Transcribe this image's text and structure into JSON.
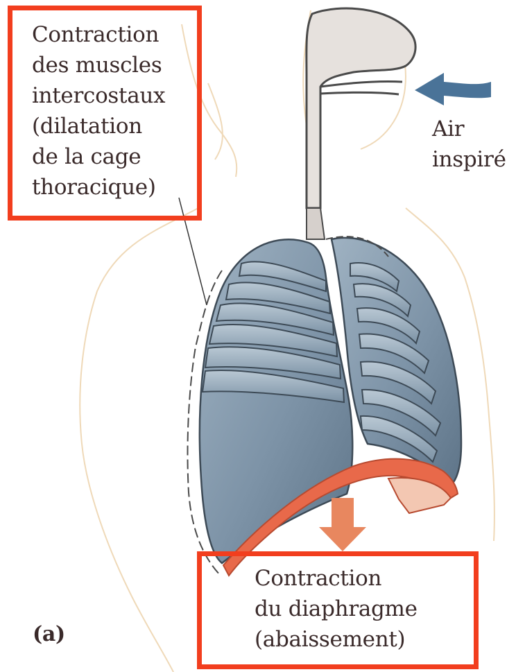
{
  "labels": {
    "intercostal": "Contraction\ndes muscles\nintercostaux\n(dilatation\nde la cage\nthoracique)",
    "air": "Air\ninspiré",
    "diaphragm": "Contraction\ndu diaphragme\n(abaissement)",
    "panel": "(a)"
  },
  "colors": {
    "highlight_box": "#f23e1e",
    "lung": "#7f95a8",
    "diaphragm": "#e8694a",
    "air_arrow": "#4a7398",
    "body_outline": "#efd9b8",
    "airway": "#e4dfdb"
  }
}
